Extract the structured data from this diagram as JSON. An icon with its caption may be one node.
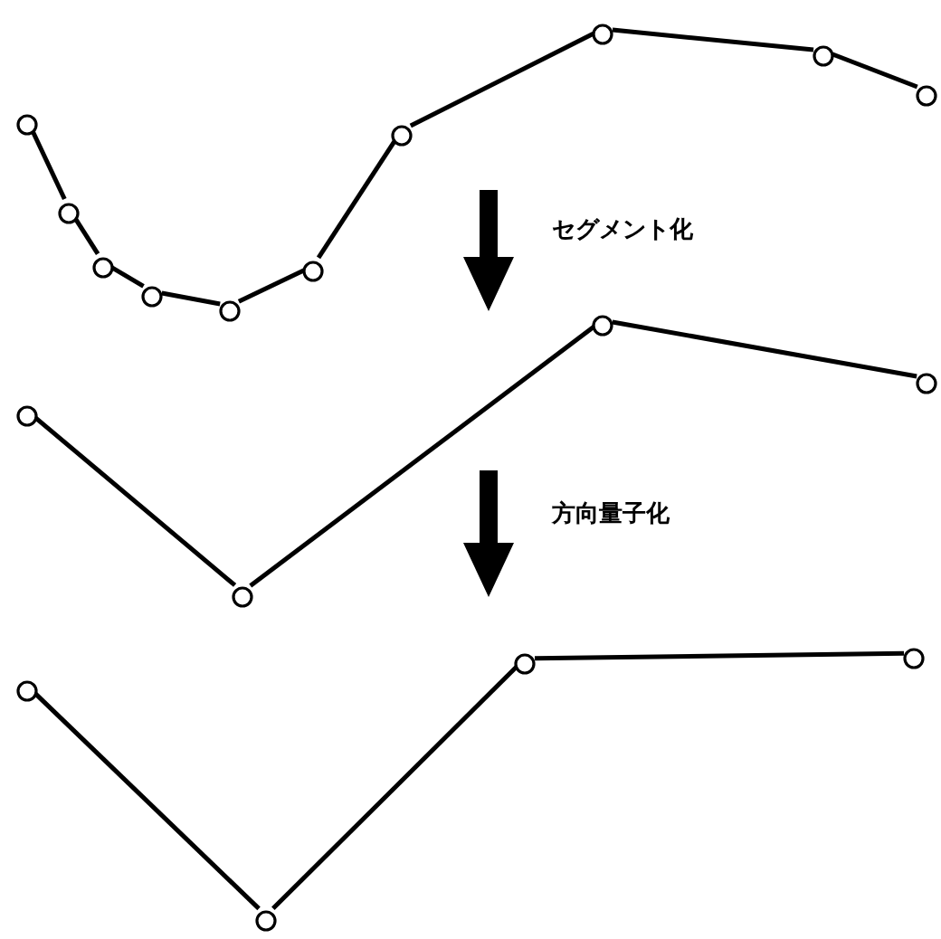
{
  "diagram": {
    "nodes": [
      {
        "text": [],
        "shape": "circle"
      },
      {
        "text": [],
        "shape": "circle"
      },
      {
        "text": [],
        "shape": "circle"
      },
      {
        "text": [],
        "shape": "circle"
      },
      {
        "text": [],
        "shape": "circle"
      },
      {
        "text": [],
        "shape": "circle"
      },
      {
        "text": [],
        "shape": "circle"
      },
      {
        "text": [],
        "shape": "circle"
      },
      {
        "text": [],
        "shape": "circle"
      },
      {
        "text": [],
        "shape": "circle"
      },
      {
        "text": [],
        "shape": "circle"
      },
      {
        "text": [],
        "shape": "circle"
      },
      {
        "text": [],
        "shape": "circle"
      },
      {
        "text": [],
        "shape": "circle"
      },
      {
        "text": [],
        "shape": "circle"
      },
      {
        "text": [],
        "shape": "circle"
      },
      {
        "text": [],
        "shape": "circle"
      },
      {
        "text": [],
        "shape": "circle"
      }
    ],
    "edges": [
      {
        "from": 0,
        "to": 1,
        "arrow": "none"
      },
      {
        "from": 1,
        "to": 2,
        "arrow": "none"
      },
      {
        "from": 2,
        "to": 3,
        "arrow": "none"
      },
      {
        "from": 3,
        "to": 4,
        "arrow": "none"
      },
      {
        "from": 4,
        "to": 5,
        "arrow": "none"
      },
      {
        "from": 5,
        "to": 6,
        "arrow": "none"
      },
      {
        "from": 6,
        "to": 7,
        "arrow": "none"
      },
      {
        "from": 7,
        "to": 8,
        "arrow": "none"
      },
      {
        "from": 8,
        "to": 9,
        "arrow": "none"
      },
      {
        "from": 10,
        "to": 11,
        "arrow": "none"
      },
      {
        "from": 11,
        "to": 12,
        "arrow": "none"
      },
      {
        "from": 12,
        "to": 13,
        "arrow": "none"
      },
      {
        "from": 14,
        "to": 15,
        "arrow": "none"
      },
      {
        "from": 15,
        "to": 16,
        "arrow": "none"
      },
      {
        "from": 16,
        "to": 17,
        "arrow": "none"
      }
    ],
    "labels": [
      "セグメント化",
      "方向量子化"
    ]
  }
}
